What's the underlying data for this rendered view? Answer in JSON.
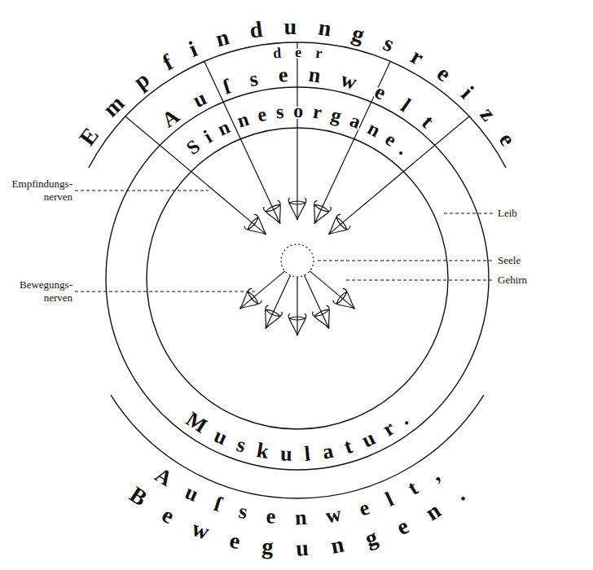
{
  "diagram": {
    "nodes": [
      {
        "text": [
          "Empfindungsreize",
          "der",
          "Auſsenwelt"
        ]
      },
      {
        "text": [
          "Sinnesorgane.",
          "Muskulatur."
        ]
      },
      {
        "text": [
          "Auſsenwelt,",
          "Bewegungen."
        ]
      }
    ],
    "labels": [
      "Empfindungs- nerven",
      "Bewegungs- nerven",
      "Leib",
      "Seele",
      "Gehirn"
    ]
  }
}
